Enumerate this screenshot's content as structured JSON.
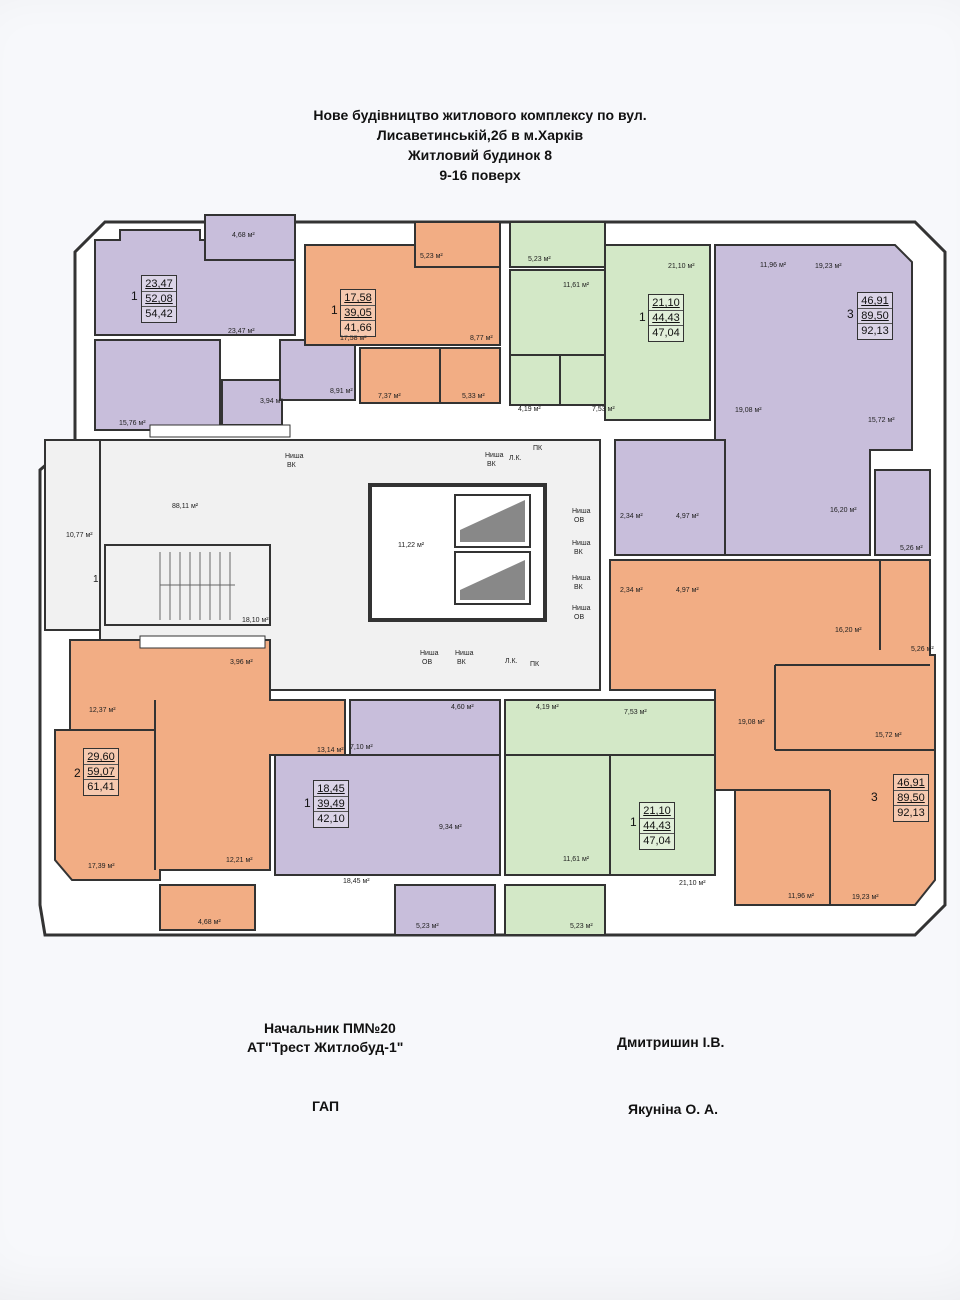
{
  "header": {
    "line1": "Нове будівництво житлового комплексу по вул.",
    "line2": "Лисаветинській,2б в м.Харків",
    "line3": "Житловий будинок 8",
    "line4": "9-16 поверх"
  },
  "apartments": [
    {
      "rooms": "1",
      "living": "23,47",
      "total": "52,08",
      "reduced": "54,42"
    },
    {
      "rooms": "1",
      "living": "17,58",
      "total": "39,05",
      "reduced": "41,66"
    },
    {
      "rooms": "1",
      "living": "21,10",
      "total": "44,43",
      "reduced": "47,04"
    },
    {
      "rooms": "3",
      "living": "46,91",
      "total": "89,50",
      "reduced": "92,13"
    },
    {
      "rooms": "2",
      "living": "29,60",
      "total": "59,07",
      "reduced": "61,41"
    },
    {
      "rooms": "1",
      "living": "18,45",
      "total": "39,49",
      "reduced": "42,10"
    },
    {
      "rooms": "1",
      "living": "21,10",
      "total": "44,43",
      "reduced": "47,04"
    },
    {
      "rooms": "3",
      "living": "46,91",
      "total": "89,50",
      "reduced": "92,13"
    }
  ],
  "rooms": {
    "r1": "4,68 м²",
    "r2": "23,47 м²",
    "r3": "15,76 м²",
    "r4": "3,94 м²",
    "r5": "8,91 м²",
    "r6": "5,23 м²",
    "r7": "17,58 м²",
    "r8": "8,77 м²",
    "r9": "7,37 м²",
    "r10": "5,33 м²",
    "r11": "5,23 м²",
    "r12": "11,61 м²",
    "r13": "4,19 м²",
    "r14": "7,53 м²",
    "r15": "21,10 м²",
    "r16": "11,96 м²",
    "r17": "19,23 м²",
    "r18": "19,08 м²",
    "r19": "15,72 м²",
    "r20": "16,20 м²",
    "r21": "5,26 м²",
    "r22": "2,34 м²",
    "r23": "4,97 м²",
    "r24": "88,11 м²",
    "r25": "10,77 м²",
    "r26": "11,22 м²",
    "r27": "18,10 м²",
    "r28": "2,34 м²",
    "r29": "4,97 м²",
    "r30": "16,20 м²",
    "r31": "5,26 м²",
    "r32": "3,96 м²",
    "r33": "12,37 м²",
    "r34": "13,14 м²",
    "r35": "17,39 м²",
    "r36": "12,21 м²",
    "r37": "4,68 м²",
    "r38": "4,60 м²",
    "r39": "7,10 м²",
    "r40": "9,34 м²",
    "r41": "18,45 м²",
    "r42": "5,23 м²",
    "r43": "4,19 м²",
    "r44": "7,53 м²",
    "r45": "11,61 м²",
    "r46": "5,23 м²",
    "r47": "21,10 м²",
    "r48": "19,08 м²",
    "r49": "15,72 м²",
    "r50": "11,96 м²",
    "r51": "19,23 м²"
  },
  "niches": {
    "n1": "Ниша",
    "n1b": "ВК",
    "n2": "Ниша",
    "n2b": "ВК",
    "n2c": "Л.К.",
    "n2d": "ПК",
    "n3": "Ниша",
    "n3b": "ОВ",
    "n4": "Ниша",
    "n4b": "ВК",
    "n5": "Ниша",
    "n5b": "ВК",
    "n6": "Ниша",
    "n6b": "ОВ",
    "n7": "Ниша",
    "n7b": "ОВ",
    "n8": "Ниша",
    "n8b": "ВК",
    "n8c": "Л.К.",
    "n8d": "ПК",
    "stair": "1"
  },
  "signatures": {
    "left1": "Начальник ПМ№20",
    "left2": "АТ\"Трест Житлобуд-1\"",
    "left3": "ГАП",
    "right1": "Дмитришин І.В.",
    "right2": "Якуніна О. А."
  },
  "colors": {
    "purple": "#c8bedb",
    "orange": "#f2ad84",
    "green": "#d3e8c7",
    "common": "#f1f1f1",
    "wall": "#ffffff"
  }
}
